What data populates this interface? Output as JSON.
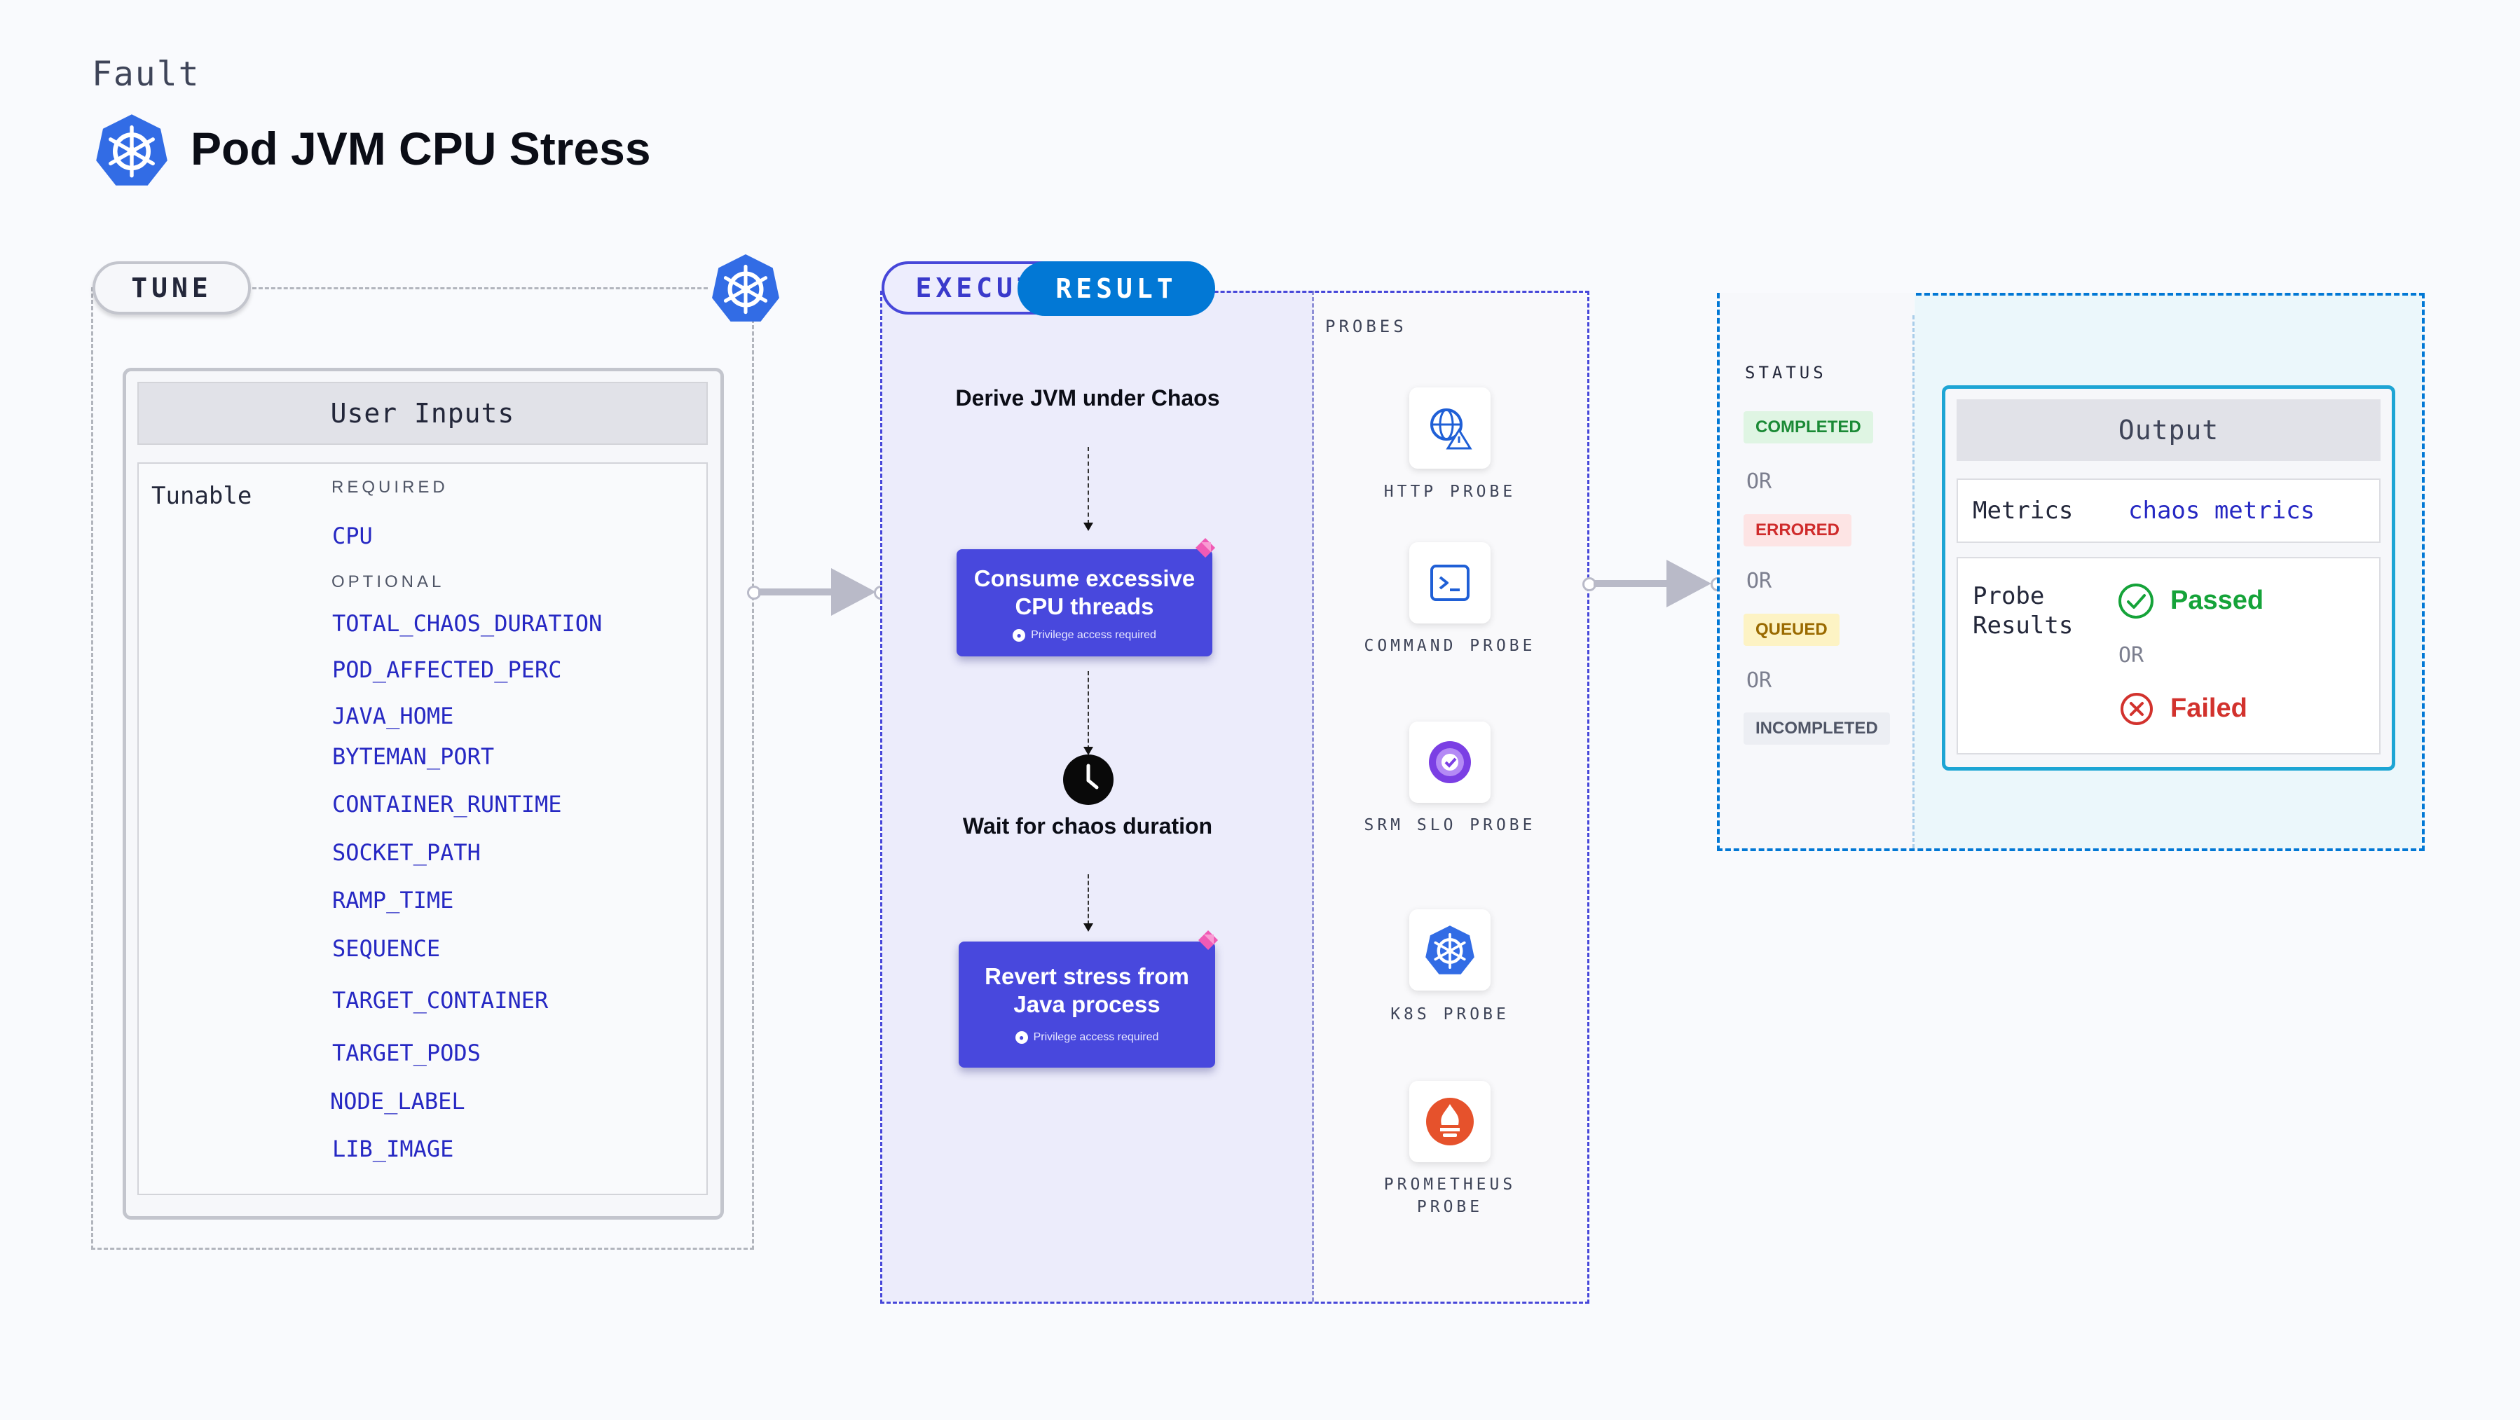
{
  "header": {
    "kind_label": "Fault",
    "title": "Pod JVM CPU Stress",
    "title_icon": "kubernetes-icon"
  },
  "tune": {
    "pill": "TUNE",
    "icon": "kubernetes-icon",
    "user_inputs_title": "User Inputs",
    "tunable_label": "Tunable",
    "required_heading": "REQUIRED",
    "required": [
      "CPU"
    ],
    "optional_heading": "OPTIONAL",
    "optional": [
      "TOTAL_CHAOS_DURATION",
      "POD_AFFECTED_PERC",
      "JAVA_HOME",
      "BYTEMAN_PORT",
      "CONTAINER_RUNTIME",
      "SOCKET_PATH",
      "RAMP_TIME",
      "SEQUENCE",
      "TARGET_CONTAINER",
      "TARGET_PODS",
      "NODE_LABEL",
      "LIB_IMAGE"
    ]
  },
  "execution": {
    "pill": "EXECUTION",
    "start_text": "Derive JVM under Chaos",
    "step1_title": "Consume excessive CPU threads",
    "step1_note": "Privilege access required",
    "wait_text": "Wait for chaos duration",
    "step2_title": "Revert stress from Java process",
    "step2_note": "Privilege access required",
    "probes_heading": "PROBES",
    "probes": [
      {
        "name": "HTTP PROBE",
        "icon": "globe-warning-icon"
      },
      {
        "name": "COMMAND PROBE",
        "icon": "terminal-icon"
      },
      {
        "name": "SRM SLO PROBE",
        "icon": "gauge-check-icon"
      },
      {
        "name": "K8S PROBE",
        "icon": "kubernetes-icon"
      },
      {
        "name": "PROMETHEUS PROBE",
        "icon": "prometheus-icon"
      }
    ]
  },
  "result": {
    "pill": "RESULT",
    "status_heading": "STATUS",
    "statuses": [
      {
        "label": "COMPLETED",
        "color": "#1b8a36",
        "bg": "#dff5e3"
      },
      {
        "label": "ERRORED",
        "color": "#cf2b2b",
        "bg": "#fde4e4"
      },
      {
        "label": "QUEUED",
        "color": "#9a6a00",
        "bg": "#fdf3c4"
      },
      {
        "label": "INCOMPLETED",
        "color": "#4f5566",
        "bg": "#eceef3"
      }
    ],
    "or_label": "OR",
    "output_title": "Output",
    "metrics_label": "Metrics",
    "metrics_value": "chaos metrics",
    "probe_results_label": "Probe Results",
    "passed": "Passed",
    "failed": "Failed"
  },
  "colors": {
    "execution_accent": "#4747d9",
    "result_accent": "#0278d5",
    "kubernetes_blue": "#326ce5"
  }
}
